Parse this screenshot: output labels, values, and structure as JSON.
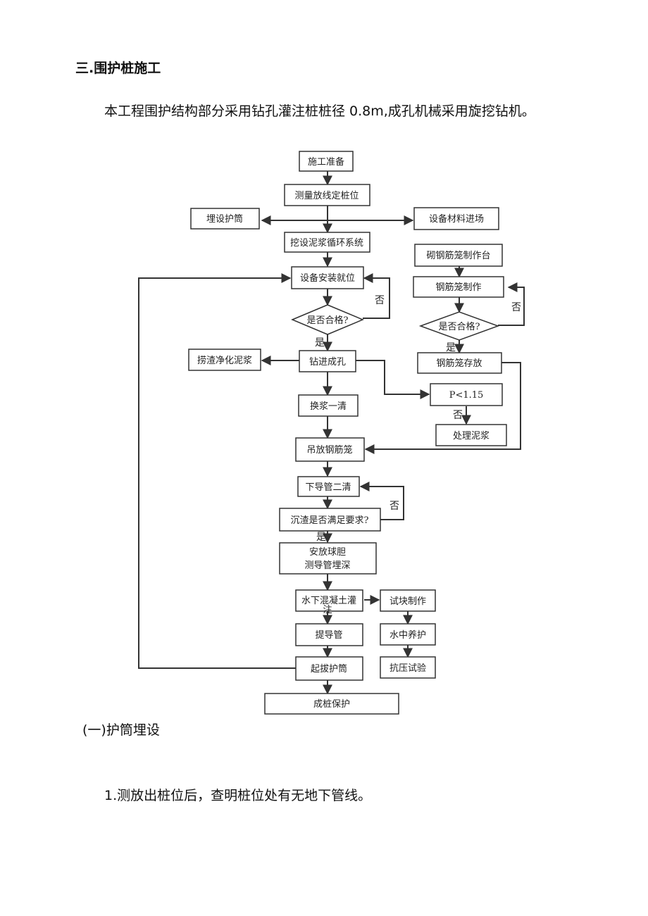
{
  "section_title": "三.围护桩施工",
  "intro": "本工程围护结构部分采用钻孔灌注桩桩径 0.8m,成孔机械采用旋挖钻机。",
  "subsection_title": "(一)护筒埋设",
  "step1": "1.测放出桩位后，查明桩位处有无地下管线。",
  "flowchart": {
    "nodes": {
      "prep": "施工准备",
      "survey": "测量放线定桩位",
      "casing": "埋设护筒",
      "materials": "设备材料进场",
      "mud_system": "挖设泥浆循环系统",
      "install": "设备安装就位",
      "qualified1": "是否合格?",
      "drill": "钻进成孔",
      "slag": "捞渣净化泥浆",
      "clean1": "换浆一清",
      "p_check": "P<1.15",
      "mud_treat": "处理泥浆",
      "lower_cage": "吊放钢筋笼",
      "pipe_clean2": "下导管二清",
      "sediment": "沉渣是否满足要求?",
      "ball_1": "安放球胆",
      "ball_2": "测导管埋深",
      "pour_1": "水下混凝土灌",
      "pour_2": "注",
      "lift_pipe": "提导管",
      "pull_casing": "起拔护筒",
      "finish": "成桩保护",
      "cage_table": "砌钢筋笼制作台",
      "cage_make": "钢筋笼制作",
      "qualified2": "是否合格?",
      "cage_store": "钢筋笼存放",
      "test_make": "试块制作",
      "water_cure": "水中养护",
      "compress": "抗压试验"
    },
    "labels": {
      "no": "否",
      "yes": "是"
    }
  }
}
